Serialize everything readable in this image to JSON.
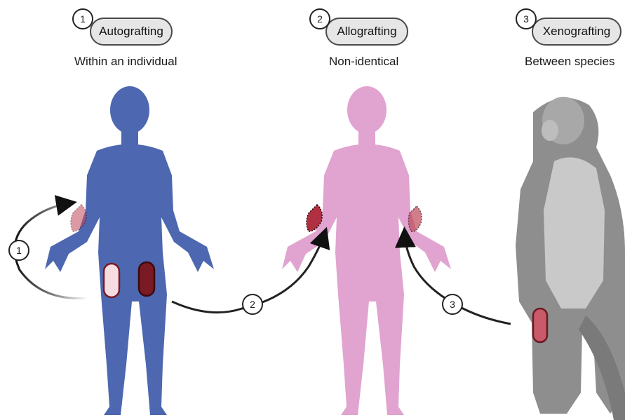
{
  "methods": [
    {
      "number": "1",
      "title": "Autografting",
      "subtitle": "Within an individual",
      "figure_color": "#4d68b0"
    },
    {
      "number": "2",
      "title": "Allografting",
      "subtitle": "Non-identical",
      "figure_color": "#e1a3cf"
    },
    {
      "number": "3",
      "title": "Xenografting",
      "subtitle": "Between species",
      "figure_color": "#8e8e8e"
    }
  ],
  "arrows": [
    {
      "number": "1"
    },
    {
      "number": "2"
    },
    {
      "number": "3"
    }
  ],
  "colors": {
    "graft_light": "#f6dde2",
    "graft_dark": "#7a1a22",
    "graft_site": "#c0485a",
    "monkey_graft": "#c85a6a"
  }
}
